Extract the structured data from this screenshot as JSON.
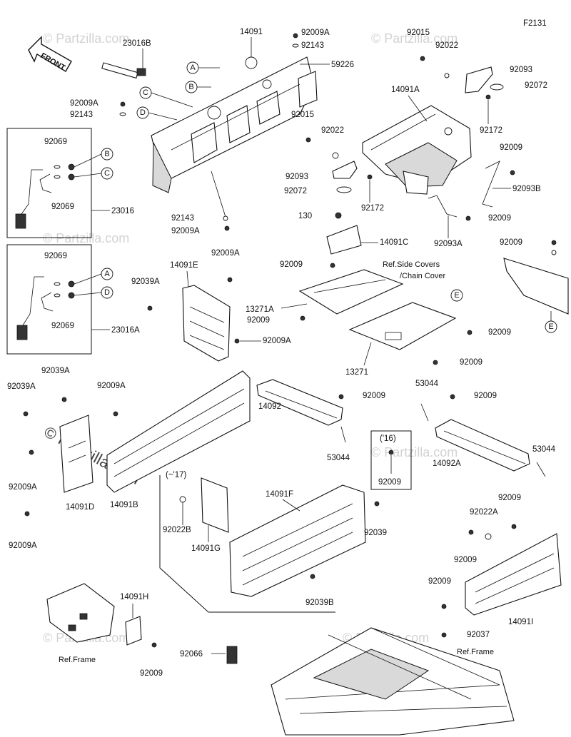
{
  "figure_code": "F2131",
  "front_label": "FRONT",
  "watermark": "© Partzilla.com",
  "callouts": [
    "A",
    "B",
    "C",
    "D",
    "E"
  ],
  "notes": {
    "ref_side_covers": "Ref.Side Covers",
    "chain_cover": "/Chain Cover",
    "ref_frame": "Ref.Frame",
    "year_16": "('16)",
    "year_17": "(~'17)"
  },
  "parts": {
    "p23016B": "23016B",
    "p14091": "14091",
    "p92009A_top": "92009A",
    "p92143_top": "92143",
    "p59226": "59226",
    "p92015_top": "92015",
    "p92022_top": "92022",
    "p92093_top": "92093",
    "p92072_top": "92072",
    "p14091A": "14091A",
    "p92172_top": "92172",
    "p92009A_l": "92009A",
    "p92143_l": "92143",
    "p92069_a": "92069",
    "p92069_b": "92069",
    "p23016": "23016",
    "p92015_mid": "92015",
    "p92022_mid": "92022",
    "p92093_mid": "92093",
    "p92072_mid": "92072",
    "p92172_mid": "92172",
    "p92009_r1": "92009",
    "p92093B": "92093B",
    "p92009_r2": "92009",
    "p92093A": "92093A",
    "p92143_b": "92143",
    "p92009A_b": "92009A",
    "p130": "130",
    "p14091C": "14091C",
    "p92009_c1": "92009",
    "p92009_rr": "92009",
    "p92069_c": "92069",
    "p92069_d": "92069",
    "p23016A": "23016A",
    "p92009A_e": "92009A",
    "p14091E": "14091E",
    "p92039A_e": "92039A",
    "p13271A": "13271A",
    "p92009_13": "92009",
    "p92009A_e2": "92009A",
    "p92009_e3": "92009",
    "p92009_e4": "92009",
    "p13271": "13271",
    "p92039A_a": "92039A",
    "p92039A_b": "92039A",
    "p92009A_f": "92009A",
    "p92009_g": "92009",
    "p53044_a": "53044",
    "p92009_h": "92009",
    "p14092": "14092",
    "p53044_b": "53044",
    "p53044_c": "53044",
    "p14092A": "14092A",
    "p92009_16": "92009",
    "p92009A_h": "92009A",
    "p14091D": "14091D",
    "p14091B": "14091B",
    "p92009A_i": "92009A",
    "p14091F": "14091F",
    "p92022B": "92022B",
    "p14091G": "14091G",
    "p92039": "92039",
    "p92039B": "92039B",
    "p92009_j": "92009",
    "p92022A": "92022A",
    "p92009_k": "92009",
    "p92009_l": "92009",
    "p14091I": "14091I",
    "p14091H": "14091H",
    "p92037": "92037",
    "p92066": "92066",
    "p92009_m": "92009"
  }
}
